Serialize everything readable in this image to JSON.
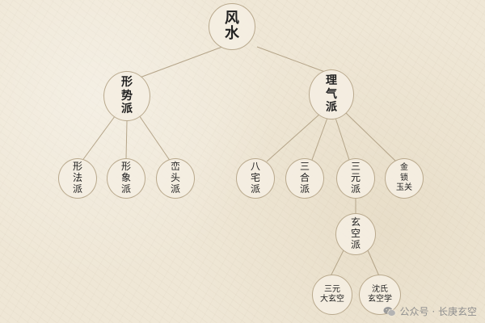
{
  "nodes": {
    "root": [
      "风",
      "水"
    ],
    "xingshi": [
      "形",
      "势",
      "派"
    ],
    "liqi": [
      "理",
      "气",
      "派"
    ],
    "xingfa": [
      "形",
      "法",
      "派"
    ],
    "xingxiang": [
      "形",
      "象",
      "派"
    ],
    "luantou": [
      "峦",
      "头",
      "派"
    ],
    "bazhai": [
      "八",
      "宅",
      "派"
    ],
    "sanhe": [
      "三",
      "合",
      "派"
    ],
    "sanyuan": [
      "三",
      "元",
      "派"
    ],
    "jinsuo": [
      "金",
      "锁",
      "玉",
      "关"
    ],
    "xuankong": [
      "玄",
      "空",
      "派"
    ],
    "sanyuan_dxk": [
      "三元",
      "大玄空"
    ],
    "shenshi": [
      "沈氏",
      "玄空学"
    ]
  },
  "watermark": {
    "text": "公众号 · 长庚玄空",
    "icon": "wechat-icon"
  }
}
